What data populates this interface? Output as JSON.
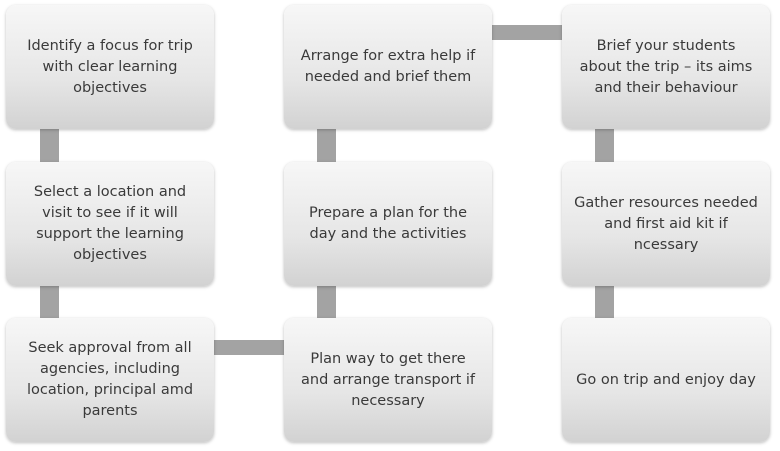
{
  "steps": [
    "Identify a focus for trip with clear learning objectives",
    "Select a location and visit to see if it will support the  learning objectives",
    "Seek approval from all agencies, including location, principal amd parents",
    "Plan way to get there and arrange transport if necessary",
    "Prepare a plan for the day and the activities",
    "Arrange for extra help if needed and brief them",
    "Brief your students about the trip – its aims and their behaviour",
    "Gather resources needed and first aid kit if ncessary",
    "Go on trip and enjoy day"
  ],
  "colors": {
    "connector": "#a3a3a3",
    "text": "#3a3a3a"
  }
}
